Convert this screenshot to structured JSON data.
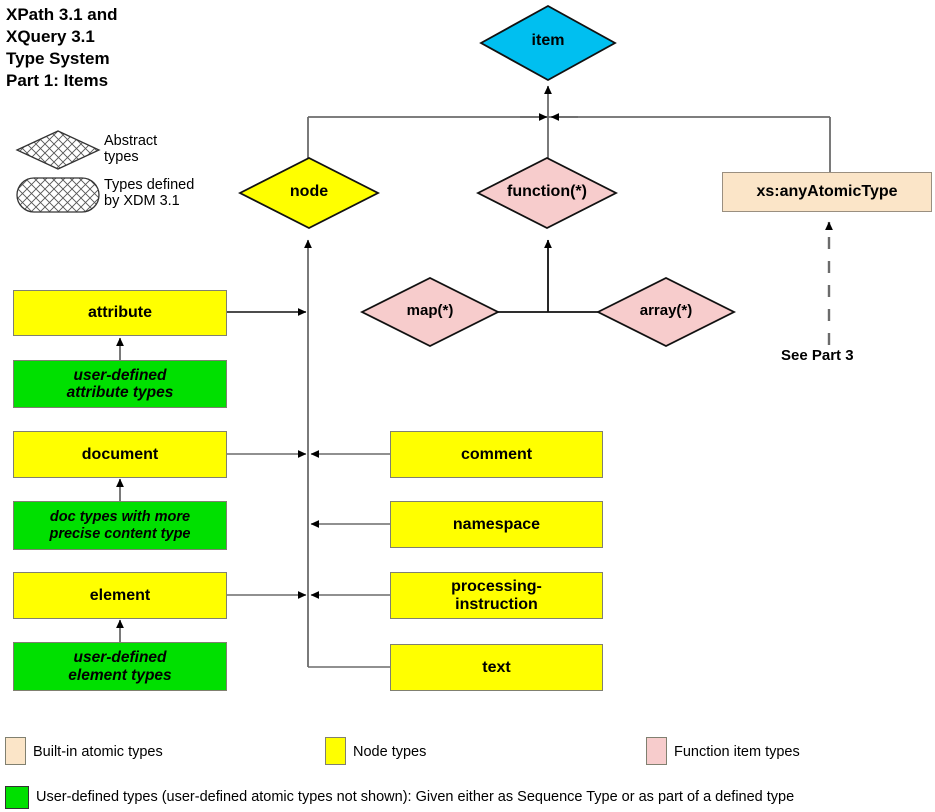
{
  "title": {
    "lines": "XPath 3.1 and\nXQuery 3.1\nType System\nPart 1: Items"
  },
  "key": {
    "abstract_label": "Abstract\ntypes",
    "xdm_label": "Types defined\nby XDM 3.1"
  },
  "nodes": {
    "item": "item",
    "node": "node",
    "function": "function(*)",
    "map": "map(*)",
    "array": "array(*)",
    "any_atomic": "xs:anyAtomicType",
    "see_part3": "See Part 3",
    "attribute": "attribute",
    "ud_attribute": "user-defined\nattribute types",
    "document": "document",
    "ud_document": "doc types with more\nprecise content type",
    "element": "element",
    "ud_element": "user-defined\nelement types",
    "comment": "comment",
    "namespace": "namespace",
    "processing_instruction": "processing-\ninstruction",
    "text": "text"
  },
  "legend": {
    "builtin": "Built-in atomic types",
    "node_types": "Node types",
    "function_types": "Function item types",
    "user_defined": "User-defined types (user-defined atomic types not shown):  Given either as Sequence Type or as part of a defined type"
  },
  "colors": {
    "item": "#00BFF0",
    "node_type": "#FFFF00",
    "function_type": "#F7CCCC",
    "builtin_atomic": "#FBE5C8",
    "user_defined": "#00E000",
    "line": "#6B6B6B",
    "border": "#808070"
  }
}
